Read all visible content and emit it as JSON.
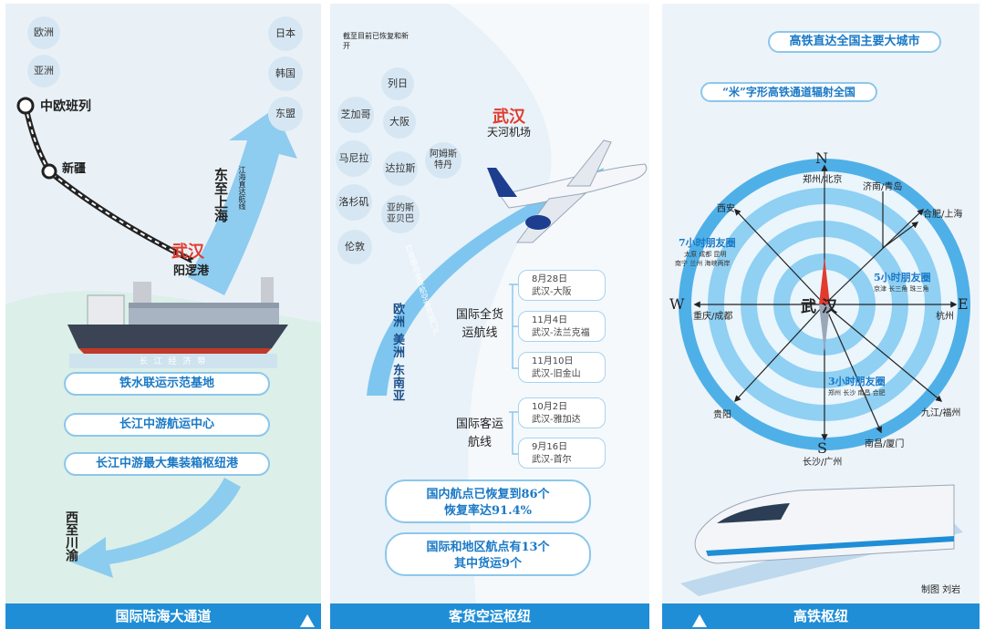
{
  "panel1": {
    "regions_left": [
      "欧洲",
      "亚洲"
    ],
    "regions_right": [
      "日本",
      "韩国",
      "东盟"
    ],
    "rail_start": "中欧班列",
    "rail_mid": "新疆",
    "east_route": "东至上海",
    "east_route_small": "江海直达航线",
    "hub_city": "武汉",
    "hub_port": "阳逻港",
    "ship_band": "长 江 经 济 带",
    "badges": [
      "铁水联运示范基地",
      "长江中游航运中心",
      "长江中游最大集装箱枢纽港"
    ],
    "west_route": "西至川渝",
    "footer": "国际陆海大通道"
  },
  "panel2": {
    "note": "截至目前已恢复和新开",
    "cities": [
      "列日",
      "芝加哥",
      "大阪",
      "马尼拉",
      "达拉斯",
      "阿姆斯特丹",
      "洛杉矶",
      "亚的斯亚贝巴",
      "伦敦"
    ],
    "airport_city": "武汉",
    "airport_name": "天河机场",
    "corridor_small": "打造面向全球航空客货运门户",
    "corridor_big": "欧洲 美洲 东南亚",
    "cargo_title": "国际全货运航线",
    "cargo_routes": [
      {
        "date": "8月28日",
        "route": "武汉-大阪"
      },
      {
        "date": "11月4日",
        "route": "武汉-法兰克福"
      },
      {
        "date": "11月10日",
        "route": "武汉-旧金山"
      }
    ],
    "passenger_title": "国际客运航线",
    "passenger_routes": [
      {
        "date": "10月2日",
        "route": "武汉-雅加达"
      },
      {
        "date": "9月16日",
        "route": "武汉-首尔"
      }
    ],
    "stat1_line1": "国内航点已恢复到86个",
    "stat1_line2": "恢复率达91.4%",
    "stat2_line1": "国际和地区航点有13个",
    "stat2_line2": "其中货运9个",
    "footer": "客货空运枢纽"
  },
  "panel3": {
    "title": "高铁直达全国主要大城市",
    "subtitle": "“米”字形高铁通道辐射全国",
    "center": "武汉",
    "compass": {
      "N": "N",
      "S": "S",
      "E": "E",
      "W": "W"
    },
    "directions": {
      "north": "郑州/北京",
      "ne1": "济南/青岛",
      "ne2": "合肥/上海",
      "east": "杭州",
      "se1": "九江/福州",
      "se2": "南昌/厦门",
      "south": "长沙/广州",
      "sw": "贵阳",
      "west": "重庆/成都",
      "nw": "西安"
    },
    "ring7": {
      "title": "7小时朋友圈",
      "cities1": "太原 成都 昆明",
      "cities2": "南宁 兰州 海峡两岸"
    },
    "ring5": {
      "title": "5小时朋友圈",
      "cities": "京津 长三角 珠三角"
    },
    "ring3": {
      "title": "3小时朋友圈",
      "cities": "郑州 长沙 南昌 合肥"
    },
    "credit": "制图 刘岩",
    "footer": "高铁枢纽"
  },
  "colors": {
    "accent": "#1f8ed6",
    "red": "#e23b2e",
    "light": "#d6e7f3",
    "ring": "#4fb0e8"
  }
}
